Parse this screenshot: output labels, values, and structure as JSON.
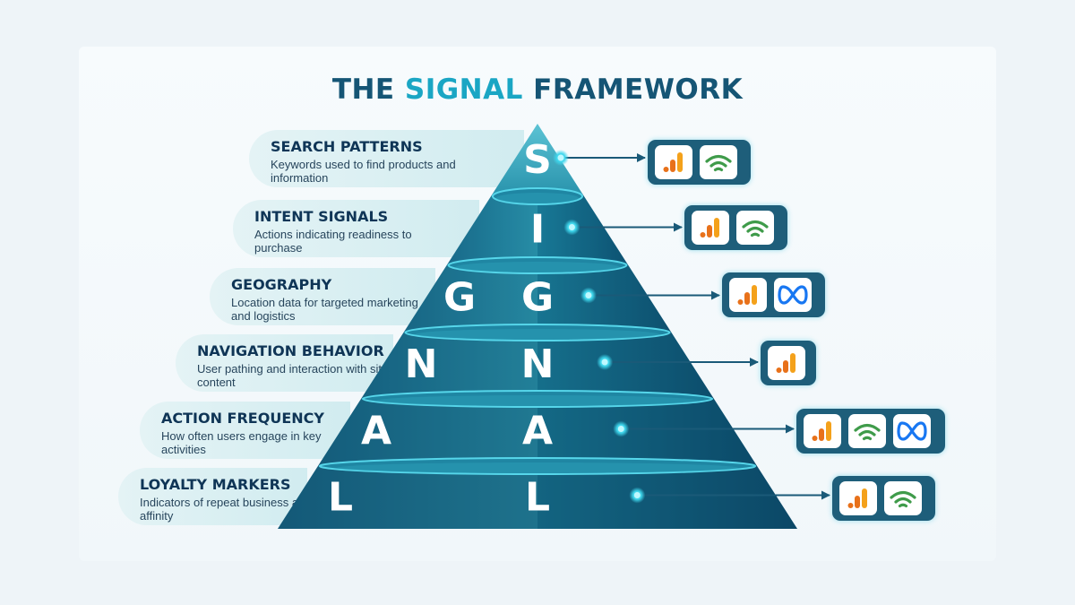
{
  "title": {
    "prefix": "THE ",
    "highlight": "SIGNAL",
    "suffix": " FRAMEWORK"
  },
  "colors": {
    "title": "#155575",
    "highlight": "#1aa6c4",
    "bar_orange": "#f4a11b",
    "bar_dark_orange": "#e8711a",
    "wave_green": "#3f9b4a",
    "meta_blue": "#1877f2"
  },
  "layers": [
    {
      "letter": "S",
      "title": "SEARCH PATTERNS",
      "desc": "Keywords used to find products and information",
      "icons": [
        "google-analytics-icon",
        "google-ads-icon"
      ]
    },
    {
      "letter": "I",
      "title": "INTENT SIGNALS",
      "desc": "Actions indicating readiness to purchase",
      "icons": [
        "google-analytics-icon",
        "google-ads-icon"
      ]
    },
    {
      "letter": "G",
      "title": "GEOGRAPHY",
      "desc": "Location data for targeted marketing and logistics",
      "icons": [
        "google-analytics-icon",
        "meta-icon"
      ]
    },
    {
      "letter": "N",
      "title": "NAVIGATION BEHAVIOR",
      "desc": "User pathing and interaction with site content",
      "icons": [
        "google-analytics-icon"
      ]
    },
    {
      "letter": "A",
      "title": "ACTION FREQUENCY",
      "desc": "How often users engage in key activities",
      "icons": [
        "google-analytics-icon",
        "google-ads-icon",
        "meta-icon"
      ]
    },
    {
      "letter": "L",
      "title": "LOYALTY MARKERS",
      "desc": "Indicators of repeat business and brand affinity",
      "icons": [
        "google-analytics-icon",
        "google-ads-icon"
      ]
    }
  ]
}
